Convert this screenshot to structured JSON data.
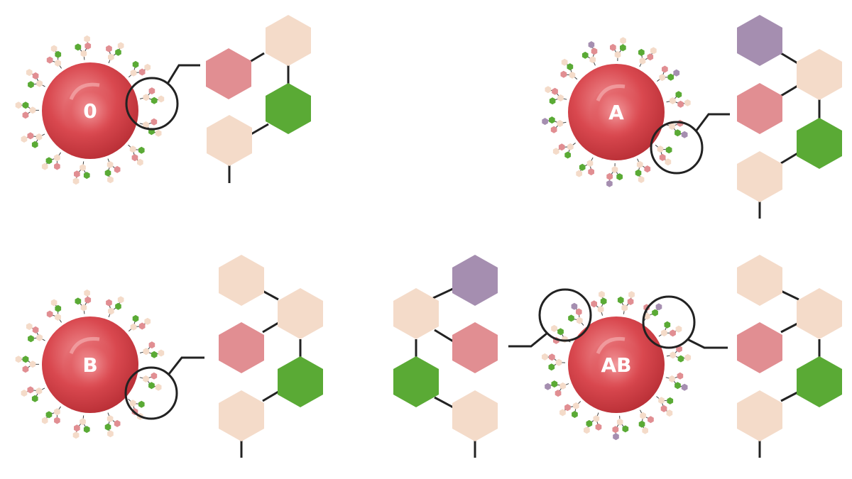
{
  "colors": {
    "background": "#ffffff",
    "cell_light": "#f08f92",
    "cell_mid": "#d9484f",
    "cell_dark": "#b92f36",
    "sugar_peach": "#f4dbc9",
    "sugar_pink": "#e18e92",
    "sugar_green": "#5aaa35",
    "sugar_purple": "#a58eb0",
    "line": "#222222"
  },
  "icons": {
    "cell": "red-blood-cell-icon",
    "sugar": "hexagon-sugar-icon",
    "magnifier": "zoom-circle-icon"
  },
  "blood_types": [
    {
      "key": "o",
      "label": "0",
      "antigen": [
        "peach",
        "pink",
        "green",
        "peach"
      ]
    },
    {
      "key": "a",
      "label": "A",
      "antigen": [
        "purple",
        "peach",
        "pink",
        "green",
        "peach"
      ]
    },
    {
      "key": "b",
      "label": "B",
      "antigen": [
        "peach",
        "peach",
        "pink",
        "green",
        "peach"
      ]
    },
    {
      "key": "ab",
      "label": "AB",
      "antigen_left": [
        "purple",
        "peach",
        "pink",
        "green",
        "peach"
      ],
      "antigen_right": [
        "peach",
        "peach",
        "pink",
        "green",
        "peach"
      ]
    }
  ]
}
